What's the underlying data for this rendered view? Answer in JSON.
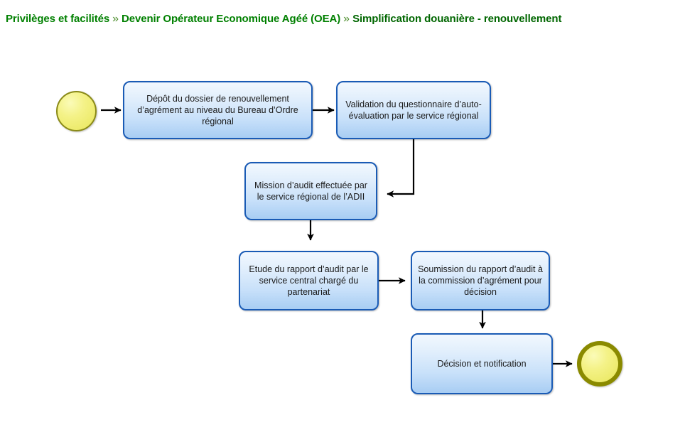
{
  "breadcrumb": {
    "separator": "»",
    "items": [
      {
        "label": "Privilèges et facilités"
      },
      {
        "label": "Devenir Opérateur Economique Agéé (OEA)"
      },
      {
        "label": "Simplification douanière - renouvellement"
      }
    ]
  },
  "diagram": {
    "type": "flowchart",
    "colors": {
      "node_border": "#1A5BB5",
      "node_fill_top": "#f2f8fe",
      "node_fill_bottom": "#a8cdf3",
      "terminator_fill": "#f0ee7e",
      "terminator_border": "#8a8a00",
      "connector": "#000000",
      "breadcrumb_text": "#008000"
    },
    "nodes": [
      {
        "id": "start",
        "kind": "terminator",
        "label": ""
      },
      {
        "id": "n1",
        "kind": "process",
        "label": "Dépôt du dossier de renouvellement d’agrément au niveau du Bureau d’Ordre régional"
      },
      {
        "id": "n2",
        "kind": "process",
        "label": "Validation du questionnaire d’auto-évaluation par le service régional"
      },
      {
        "id": "n3",
        "kind": "process",
        "label": "Mission d’audit effectuée par le service régional de l’ADII"
      },
      {
        "id": "n4",
        "kind": "process",
        "label": "Etude du rapport d’audit par le service central chargé du partenariat"
      },
      {
        "id": "n5",
        "kind": "process",
        "label": "Soumission du rapport d’audit à la commission d’agrément pour décision"
      },
      {
        "id": "n6",
        "kind": "process",
        "label": "Décision et notification"
      },
      {
        "id": "end",
        "kind": "terminator",
        "label": ""
      }
    ],
    "edges": [
      {
        "from": "start",
        "to": "n1",
        "shape": "horizontal"
      },
      {
        "from": "n1",
        "to": "n2",
        "shape": "horizontal"
      },
      {
        "from": "n2",
        "to": "n3",
        "shape": "down-then-left"
      },
      {
        "from": "n3",
        "to": "n4",
        "shape": "vertical"
      },
      {
        "from": "n4",
        "to": "n5",
        "shape": "horizontal"
      },
      {
        "from": "n5",
        "to": "n6",
        "shape": "vertical"
      },
      {
        "from": "n6",
        "to": "end",
        "shape": "horizontal"
      }
    ]
  }
}
